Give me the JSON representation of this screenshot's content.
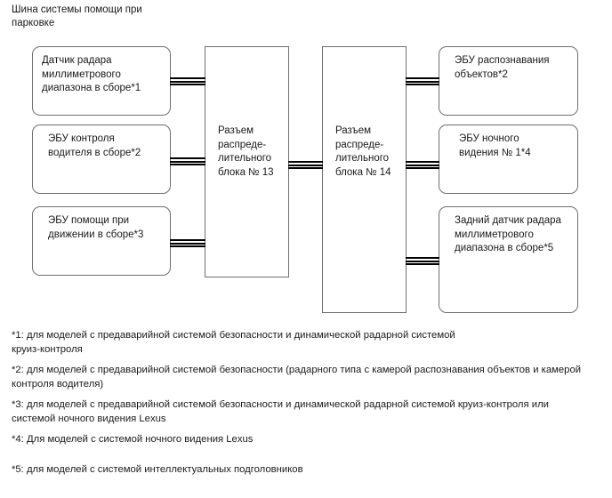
{
  "title": "Шина системы помощи при\nпарковке",
  "colors": {
    "box_border": "#6f6f6f",
    "connector": "#000000",
    "text": "#1a1a1a",
    "background": "#ffffff"
  },
  "nodes": {
    "left": [
      {
        "id": "millimeter-wave-radar-sensor",
        "label": "Датчик радара\nмиллиметрового\nдиапазона в сборе*1"
      },
      {
        "id": "driver-monitor-ecu",
        "label": "ЭБУ контроля\nводителя в сборе*2"
      },
      {
        "id": "driving-assist-ecu",
        "label": "ЭБУ помощи при\nдвижении в сборе*3"
      }
    ],
    "center": [
      {
        "id": "junction-block-13",
        "label": "Разъем\nраспреде-\nлительного\nблока № 13"
      },
      {
        "id": "junction-block-14",
        "label": "Разъем\nраспреде-\nлительного\nблока № 14"
      }
    ],
    "right": [
      {
        "id": "object-recognition-ecu",
        "label": "ЭБУ распознавания\nобъектов*2"
      },
      {
        "id": "night-view-ecu-1",
        "label": "ЭБУ ночного\nвидения № 1*4"
      },
      {
        "id": "rear-millimeter-wave-radar-sensor",
        "label": "Задний датчик радара\nмиллиметрового\nдиапазона в сборе*5"
      }
    ]
  },
  "connectors": [
    {
      "id": "conn-radar-to-jb13",
      "from": "millimeter-wave-radar-sensor",
      "to": "junction-block-13",
      "lines": 3
    },
    {
      "id": "conn-driver-monitor-to-jb13",
      "from": "driver-monitor-ecu",
      "to": "junction-block-13",
      "lines": 3
    },
    {
      "id": "conn-driving-assist-to-jb13",
      "from": "driving-assist-ecu",
      "to": "junction-block-13",
      "lines": 3
    },
    {
      "id": "conn-jb13-to-jb14",
      "from": "junction-block-13",
      "to": "junction-block-14",
      "lines": 3
    },
    {
      "id": "conn-jb14-to-object-recognition",
      "from": "junction-block-14",
      "to": "object-recognition-ecu",
      "lines": 3
    },
    {
      "id": "conn-jb14-to-night-view",
      "from": "junction-block-14",
      "to": "night-view-ecu-1",
      "lines": 3
    },
    {
      "id": "conn-jb14-to-rear-radar",
      "from": "junction-block-14",
      "to": "rear-millimeter-wave-radar-sensor",
      "lines": 3
    }
  ],
  "footnotes": [
    {
      "id": "fn-1",
      "text": "*1: для моделей с предаварийной системой безопасности и динамической радарной системой\nкруиз-контроля"
    },
    {
      "id": "fn-2",
      "text": "*2: для моделей с предаварийной системой безопасности (радарного типа с камерой распознавания объектов и камерой\nконтроля водителя)"
    },
    {
      "id": "fn-3",
      "text": "*3: для моделей с предаварийной системой безопасности и динамической радарной системой круиз-контроля или\nсистемой ночного видения Lexus"
    },
    {
      "id": "fn-4",
      "text": "*4: Для моделей с системой ночного видения Lexus"
    },
    {
      "id": "fn-5",
      "text": "*5: для моделей с системой интеллектуальных подголовников"
    }
  ]
}
